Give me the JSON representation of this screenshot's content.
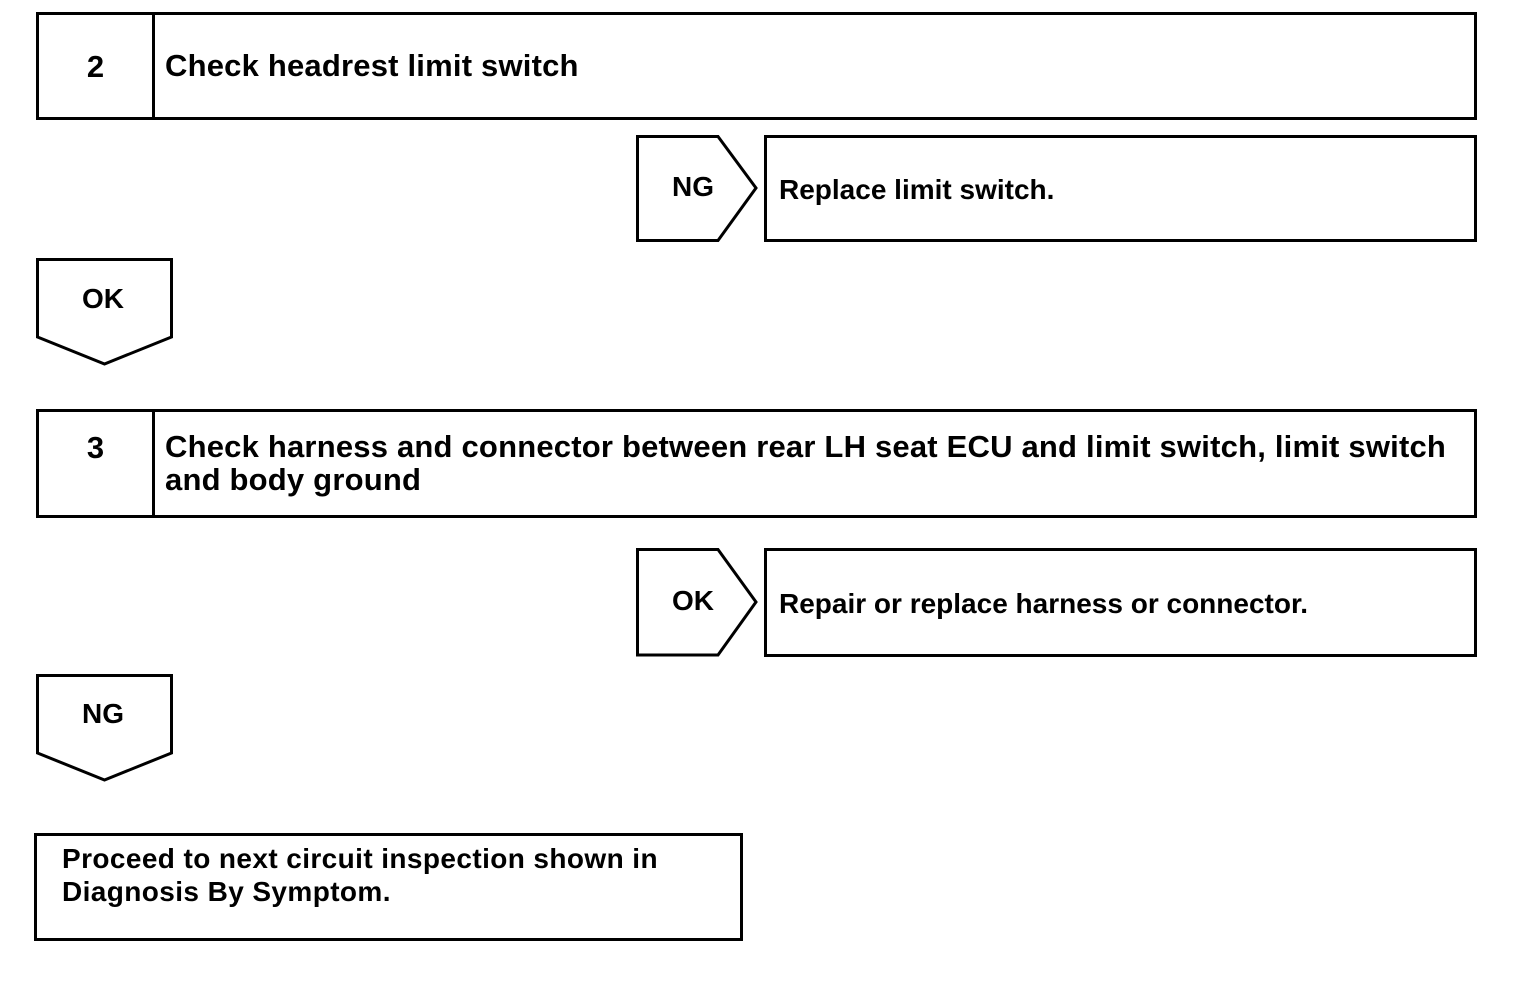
{
  "steps": [
    {
      "number": "2",
      "title": "Check headrest limit switch"
    },
    {
      "number": "3",
      "title": "Check harness and connector between rear LH seat ECU and limit switch, limit switch and body ground"
    }
  ],
  "branches": {
    "step2_ng": {
      "label": "NG",
      "action": "Replace limit switch."
    },
    "step2_ok": {
      "label": "OK"
    },
    "step3_ok": {
      "label": "OK",
      "action": "Repair or replace harness or connector."
    },
    "step3_ng": {
      "label": "NG"
    }
  },
  "final": {
    "text": "Proceed to next circuit inspection shown in Diagnosis By Symptom."
  }
}
